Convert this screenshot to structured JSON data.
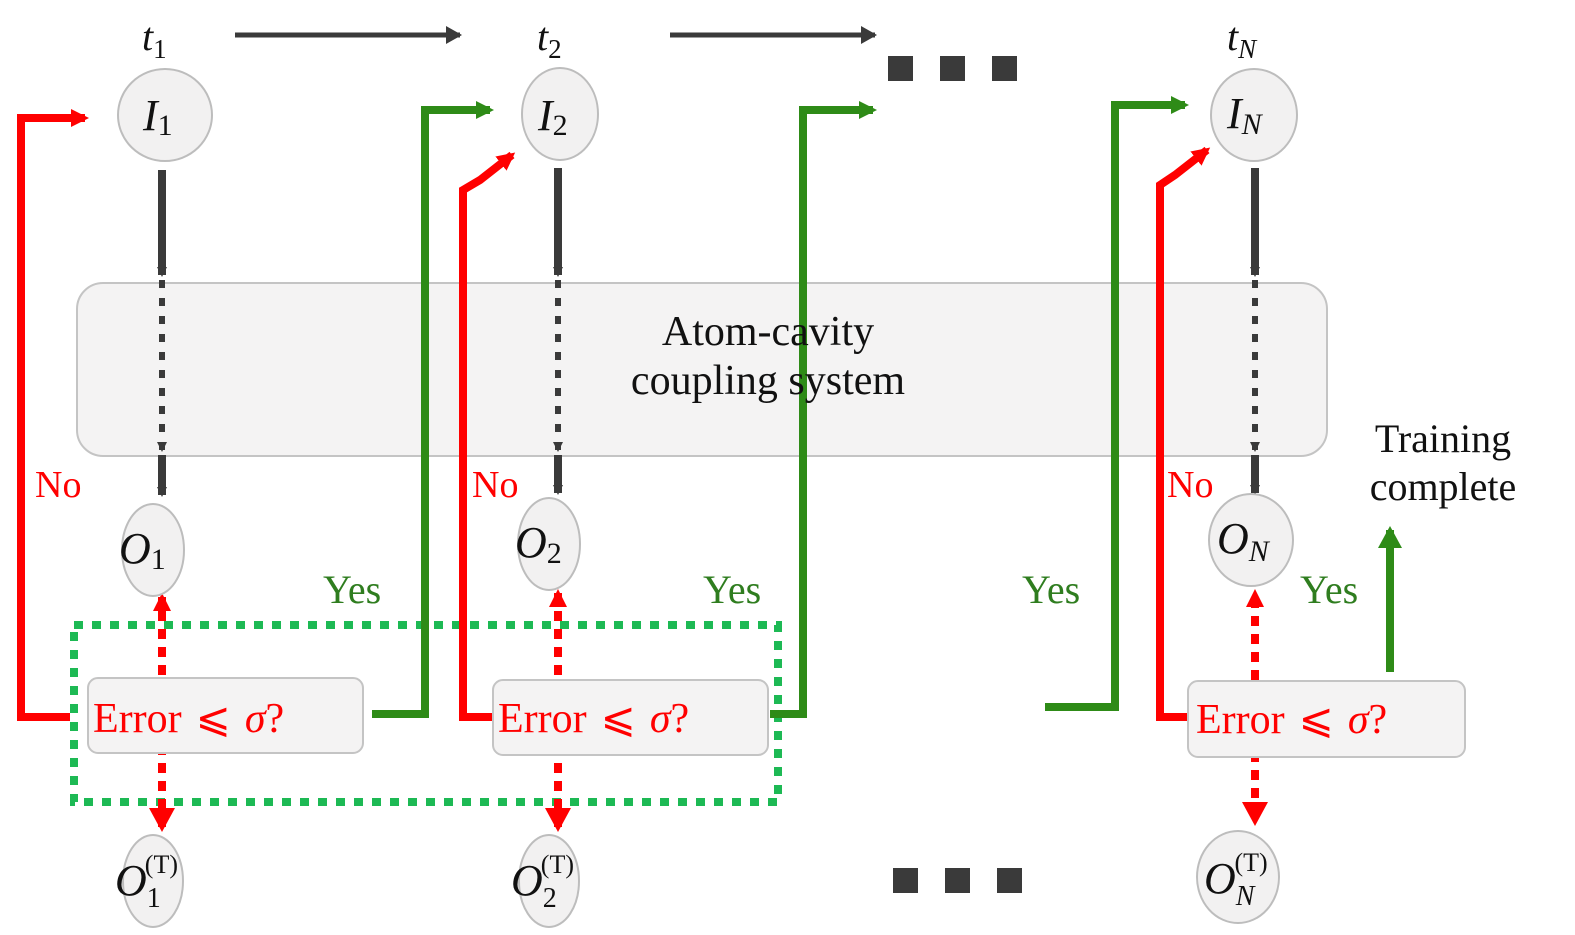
{
  "colors": {
    "dark": "#3a3a3a",
    "red": "#ff0000",
    "green": "#2e8b17",
    "green_label": "#2f7d1f",
    "dotted_green": "#1db954",
    "node_fill": "#f2f1f1",
    "node_stroke": "#bdbdbd",
    "box_fill": "#f4f3f3"
  },
  "time_labels": [
    {
      "base": "t",
      "sub": "1"
    },
    {
      "base": "t",
      "sub": "2"
    },
    {
      "base": "t",
      "sub": "N"
    }
  ],
  "input_nodes": [
    {
      "base": "I",
      "sub": "1"
    },
    {
      "base": "I",
      "sub": "2"
    },
    {
      "base": "I",
      "sub": "N"
    }
  ],
  "output_nodes": [
    {
      "base": "O",
      "sub": "1"
    },
    {
      "base": "O",
      "sub": "2"
    },
    {
      "base": "O",
      "sub": "N"
    }
  ],
  "target_nodes": [
    {
      "base": "O",
      "sub": "1",
      "sup": "(T)"
    },
    {
      "base": "O",
      "sub": "2",
      "sup": "(T)"
    },
    {
      "base": "O",
      "sub": "N",
      "sup": "(T)"
    }
  ],
  "system_box": {
    "line1": "Atom-cavity",
    "line2": "coupling system"
  },
  "decision": {
    "text": "Error",
    "op": "⩽",
    "sym": "σ",
    "q": "?"
  },
  "branch_labels": {
    "no": "No",
    "yes": "Yes"
  },
  "completion": {
    "line1": "Training",
    "line2": "complete"
  },
  "ellipsis_icon": "ellipsis-squares"
}
